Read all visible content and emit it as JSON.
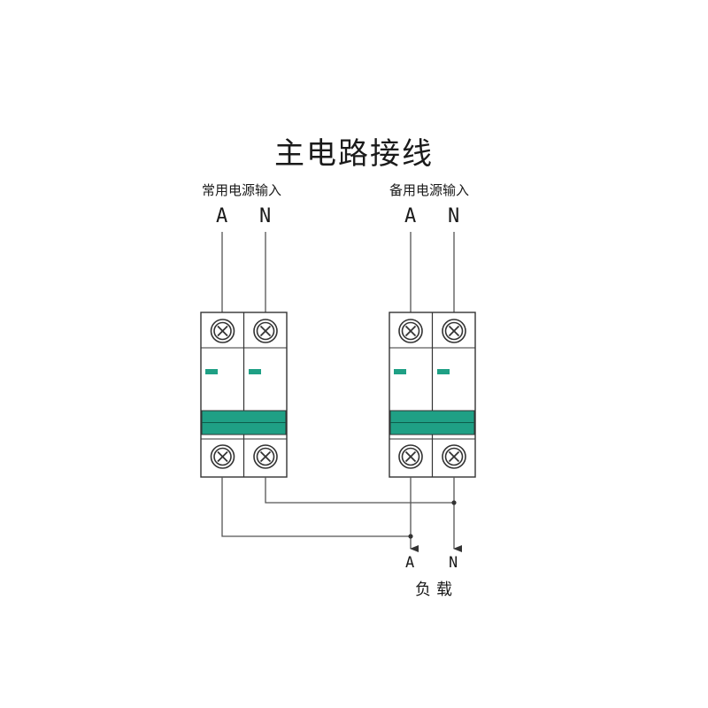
{
  "title": "主电路接线",
  "sources": [
    {
      "label": "常用电源输入",
      "terminals": [
        "A",
        "N"
      ]
    },
    {
      "label": "备用电源输入",
      "terminals": [
        "A",
        "N"
      ]
    }
  ],
  "load": {
    "terminals": [
      "A",
      "N"
    ],
    "label": "负载"
  },
  "colors": {
    "line": "#555555",
    "handle": "#1fa085",
    "indicator": "#1fa085",
    "body": "#ffffff",
    "outline": "#333333"
  },
  "icons": {
    "terminal_screw": "screw-terminal-icon"
  }
}
